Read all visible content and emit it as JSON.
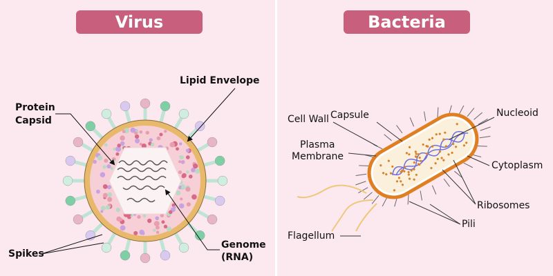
{
  "virus": {
    "title": "Virus",
    "labels": {
      "lipid_envelope": "Lipid Envelope",
      "protein_capsid": [
        "Protein",
        "Capsid"
      ],
      "spikes": "Spikes",
      "genome": [
        "Genome",
        "(RNA)"
      ]
    }
  },
  "bacteria": {
    "title": "Bacteria",
    "labels": {
      "capsule": "Capsule",
      "cell_wall": "Cell Wall",
      "plasma_membrane": [
        "Plasma",
        "Membrane"
      ],
      "nucleoid": "Nucleoid",
      "cytoplasm": "Cytoplasm",
      "ribosomes": "Ribosomes",
      "pili": "Pili",
      "flagellum": "Flagellum"
    }
  },
  "colors": {
    "badge": "#c75f7d",
    "background": "#fbe9ef",
    "envelope": "#e8b96a",
    "capsule": "#e07f22",
    "dna": "#6f6fe0"
  }
}
